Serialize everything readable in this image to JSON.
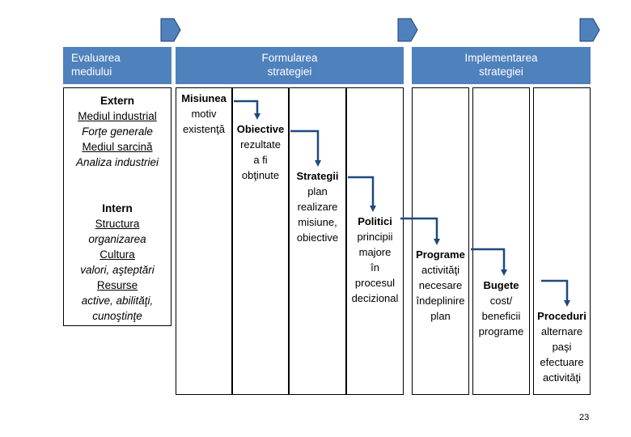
{
  "headers": {
    "evaluation": [
      "Evaluarea",
      "mediului"
    ],
    "formulation": [
      "Formularea",
      "strategiei"
    ],
    "implementation": [
      "Implementarea",
      "strategiei"
    ]
  },
  "environment": {
    "extern": {
      "title": "Extern",
      "lines": [
        "Mediul industrial",
        "Forţe generale",
        "Mediul sarcină",
        "Analiza industriei"
      ]
    },
    "intern": {
      "title": "Intern",
      "lines": [
        "Structura",
        "organizarea",
        "Cultura",
        "valori, aşteptări",
        "Resurse",
        "active, abilităţi,",
        "cunoştinţe"
      ]
    }
  },
  "steps": [
    {
      "title": "Misiunea",
      "lines": [
        "motiv",
        "existenţă"
      ]
    },
    {
      "title": "Obiective",
      "lines": [
        "rezultate",
        "a fi",
        "obţinute"
      ]
    },
    {
      "title": "Strategii",
      "lines": [
        "plan",
        "realizare",
        "misiune,",
        "obiective"
      ]
    },
    {
      "title": "Politici",
      "lines": [
        "principii",
        "majore",
        "în",
        "procesul",
        "decizional"
      ]
    },
    {
      "title": "Programe",
      "lines": [
        "activităţi",
        "necesare",
        "îndeplinire",
        "plan"
      ]
    },
    {
      "title": "Bugete",
      "lines": [
        "cost/",
        "beneficii",
        "programe"
      ]
    },
    {
      "title": "Proceduri",
      "lines": [
        "alternare",
        "paşi",
        "efectuare",
        "activităţi"
      ]
    }
  ],
  "page_number": "23",
  "colors": {
    "header_bg": "#4f81bd",
    "header_text": "#ffffff",
    "arrow": "#1f497d",
    "flag": "#4f81bd"
  }
}
